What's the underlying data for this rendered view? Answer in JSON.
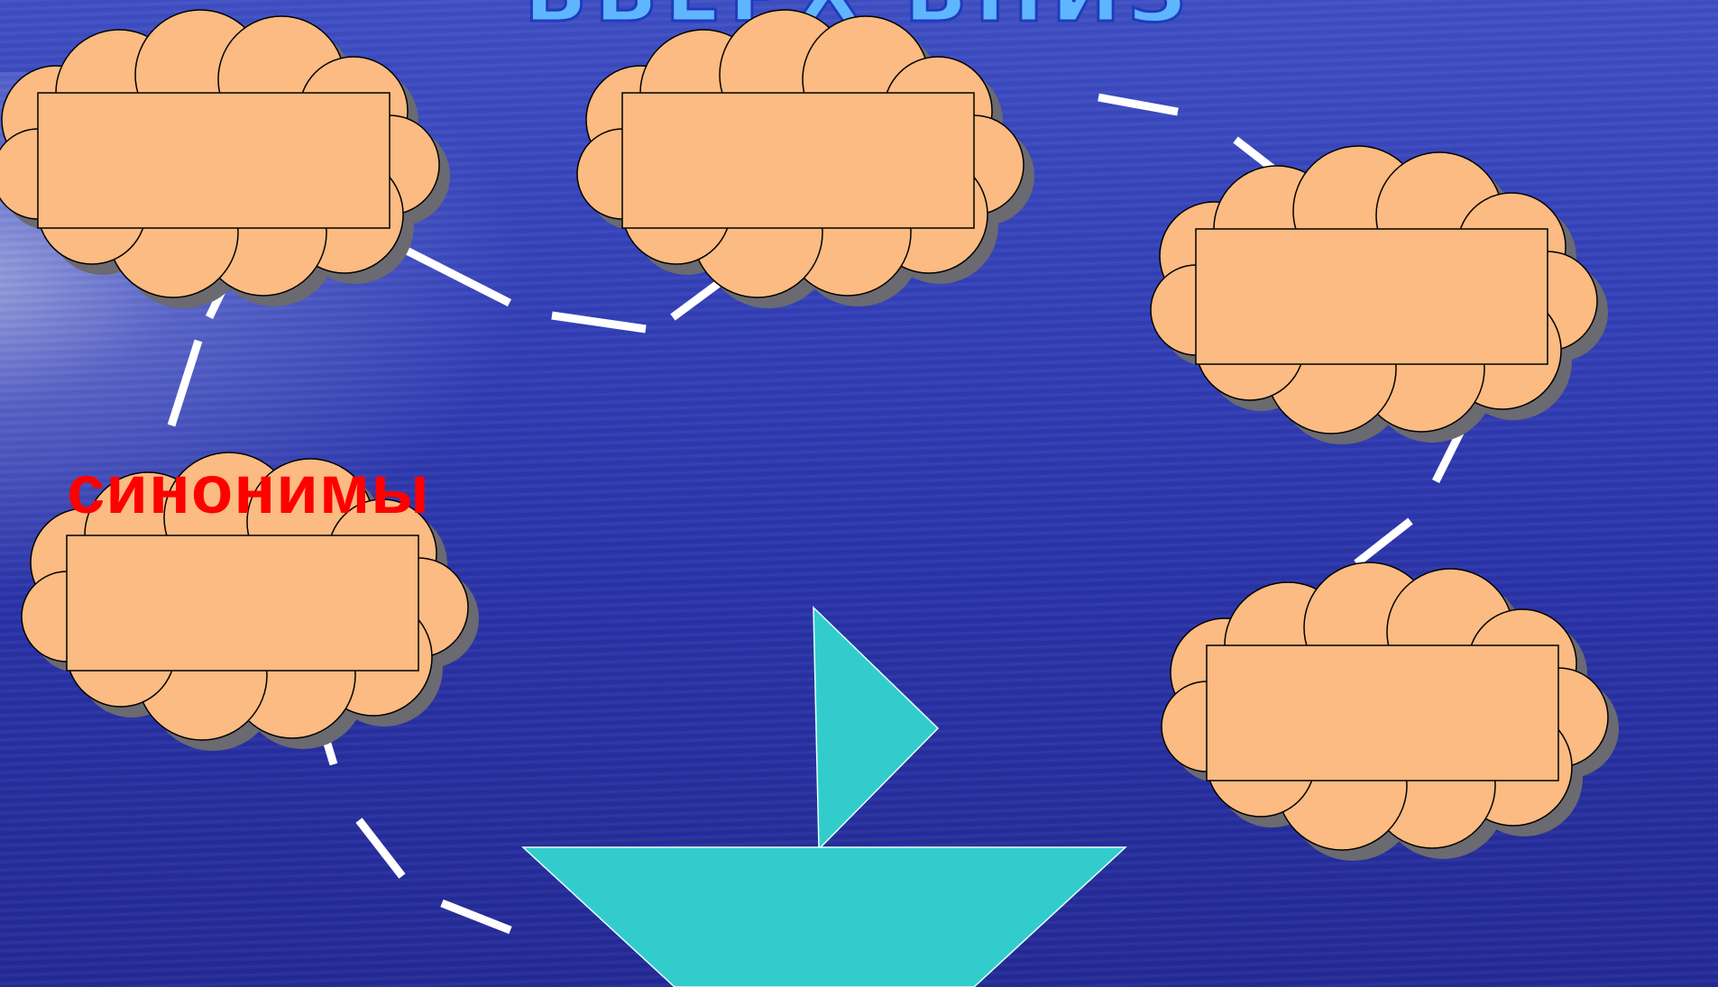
{
  "slide": {
    "title": "ВВЕРХ ВНИЗ",
    "word": "синонимы"
  },
  "colors": {
    "cloud_fill": "#fbbb82",
    "cloud_shadow": "#6a6a70",
    "boat": "#33cccc",
    "dash": "#ffffff",
    "word": "#ff0000"
  },
  "clouds": [
    "cloud",
    "cloud",
    "cloud",
    "cloud",
    "cloud"
  ]
}
